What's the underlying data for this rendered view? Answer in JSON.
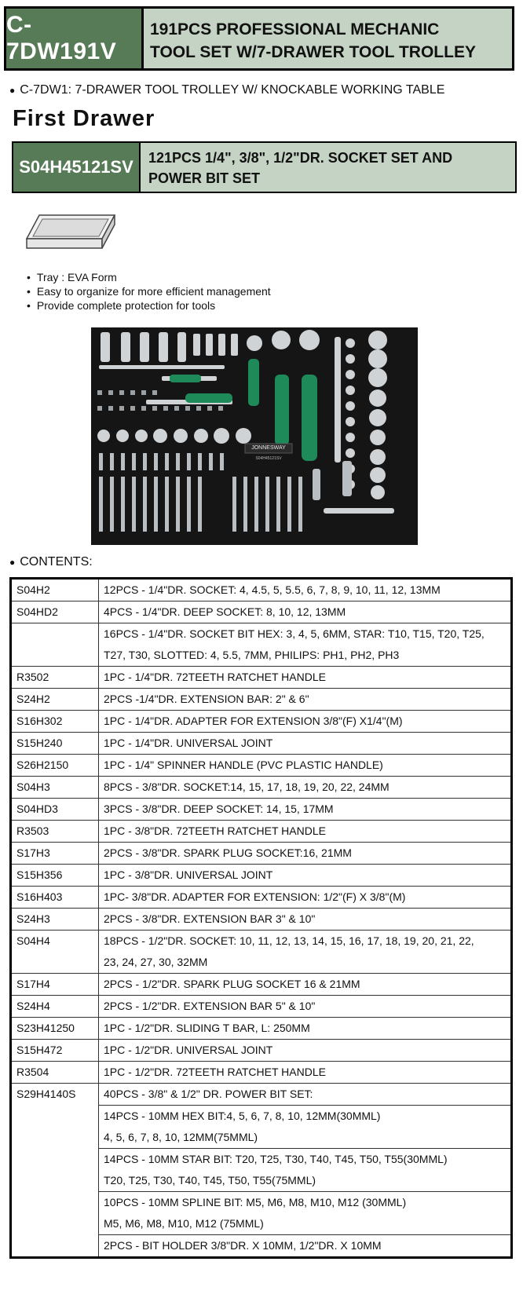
{
  "header": {
    "code": "C-7DW191V",
    "title_line1": "191PCS PROFESSIONAL MECHANIC",
    "title_line2": "TOOL SET W/7-DRAWER TOOL TROLLEY"
  },
  "trolley_note": "C-7DW1: 7-DRAWER TOOL TROLLEY W/ KNOCKABLE WORKING TABLE",
  "drawer_heading": "First Drawer",
  "sub_header": {
    "code": "S04H45121SV",
    "title_line1": "121PCS 1/4\", 3/8\", 1/2\"DR. SOCKET SET AND",
    "title_line2": "POWER BIT SET"
  },
  "features": [
    "Tray : EVA Form",
    "Easy to organize for more efficient management",
    "Provide complete protection for tools"
  ],
  "contents_label": "CONTENTS:",
  "photo_text": {
    "brand": "JONNESWAY",
    "part_no": "S04H45121SV"
  },
  "rows": [
    {
      "code": "S04H2",
      "desc": [
        "12PCS - 1/4\"DR. SOCKET: 4, 4.5, 5, 5.5, 6, 7, 8, 9, 10, 11, 12, 13MM"
      ]
    },
    {
      "code": "S04HD2",
      "desc": [
        "4PCS - 1/4\"DR. DEEP SOCKET: 8, 10, 12, 13MM"
      ]
    },
    {
      "code": "",
      "desc": [
        "16PCS - 1/4\"DR. SOCKET BIT HEX: 3, 4, 5, 6MM, STAR: T10, T15, T20, T25,",
        "T27, T30, SLOTTED: 4, 5.5, 7MM, PHILIPS: PH1, PH2, PH3"
      ]
    },
    {
      "code": "R3502",
      "desc": [
        "1PC - 1/4\"DR.  72TEETH RATCHET HANDLE"
      ]
    },
    {
      "code": "S24H2",
      "desc": [
        "2PCS -1/4\"DR. EXTENSION BAR: 2\" & 6\""
      ]
    },
    {
      "code": "S16H302",
      "desc": [
        "1PC - 1/4\"DR. ADAPTER FOR EXTENSION 3/8\"(F) X1/4\"(M)"
      ]
    },
    {
      "code": "S15H240",
      "desc": [
        "1PC - 1/4\"DR.  UNIVERSAL JOINT"
      ]
    },
    {
      "code": "S26H2150",
      "desc": [
        "1PC - 1/4\" SPINNER HANDLE (PVC PLASTIC HANDLE)"
      ]
    },
    {
      "code": "S04H3",
      "desc": [
        "8PCS - 3/8\"DR. SOCKET:14, 15, 17, 18, 19, 20, 22, 24MM"
      ]
    },
    {
      "code": "S04HD3",
      "desc": [
        "3PCS - 3/8\"DR. DEEP SOCKET: 14, 15, 17MM"
      ]
    },
    {
      "code": "R3503",
      "desc": [
        "1PC - 3/8\"DR. 72TEETH RATCHET HANDLE"
      ]
    },
    {
      "code": "S17H3",
      "desc": [
        "2PCS - 3/8\"DR. SPARK PLUG SOCKET:16, 21MM"
      ]
    },
    {
      "code": "S15H356",
      "desc": [
        "1PC - 3/8\"DR. UNIVERSAL JOINT"
      ]
    },
    {
      "code": "S16H403",
      "desc": [
        "1PC- 3/8\"DR. ADAPTER FOR EXTENSION: 1/2\"(F) X 3/8\"(M)"
      ]
    },
    {
      "code": "S24H3",
      "desc": [
        "2PCS - 3/8\"DR. EXTENSION BAR 3\" & 10\""
      ]
    },
    {
      "code": "S04H4",
      "desc": [
        "18PCS - 1/2\"DR. SOCKET: 10, 11, 12, 13, 14, 15, 16, 17, 18, 19, 20, 21, 22,",
        "23, 24, 27, 30, 32MM"
      ]
    },
    {
      "code": "S17H4",
      "desc": [
        "2PCS - 1/2\"DR. SPARK PLUG SOCKET 16 & 21MM"
      ]
    },
    {
      "code": "S24H4",
      "desc": [
        "2PCS - 1/2\"DR. EXTENSION BAR 5\" & 10\""
      ]
    },
    {
      "code": "S23H41250",
      "desc": [
        "1PC - 1/2\"DR. SLIDING T BAR, L: 250MM"
      ]
    },
    {
      "code": "S15H472",
      "desc": [
        "1PC - 1/2\"DR. UNIVERSAL JOINT"
      ]
    },
    {
      "code": "R3504",
      "desc": [
        "1PC - 1/2\"DR. 72TEETH RATCHET HANDLE"
      ]
    }
  ],
  "power_bit": {
    "code": "S29H4140S",
    "desc": [
      [
        "40PCS - 3/8\" & 1/2\" DR. POWER BIT SET:"
      ],
      [
        "14PCS - 10MM HEX BIT:4, 5, 6, 7, 8, 10, 12MM(30MML)",
        "4, 5, 6, 7, 8, 10, 12MM(75MML)"
      ],
      [
        "14PCS - 10MM STAR BIT: T20, T25, T30, T40, T45, T50, T55(30MML)",
        "T20, T25, T30, T40, T45, T50, T55(75MML)"
      ],
      [
        "10PCS - 10MM SPLINE BIT: M5, M6, M8, M10, M12 (30MML)",
        "M5, M6, M8, M10, M12 (75MML)"
      ],
      [
        "2PCS - BIT HOLDER 3/8\"DR. X 10MM, 1/2\"DR. X 10MM"
      ]
    ]
  },
  "colors": {
    "code_bg": "#577a57",
    "title_bg": "#c4d3c4",
    "tray_foam": "#151515",
    "accent_green": "#1e8a5a"
  }
}
